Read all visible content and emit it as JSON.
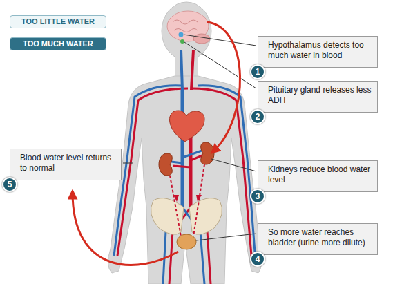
{
  "diagram": {
    "nodes": [
      {
        "text": [
          "Hypothalamus detects too much water in blood"
        ]
      },
      {
        "text": [
          "Pituitary gland releases less ADH"
        ]
      },
      {
        "text": [
          "Kidneys reduce blood water level"
        ]
      },
      {
        "text": [
          "So more water reaches bladder (urine more dilute)"
        ]
      },
      {
        "text": [
          "Blood water level returns to normal"
        ]
      }
    ],
    "labels": [
      "1",
      "2",
      "3",
      "4",
      "5"
    ],
    "legend": [
      {
        "text": "TOO LITTLE WATER",
        "color": "#eef6f8"
      },
      {
        "text": "TOO MUCH WATER",
        "color": "#2e7087"
      }
    ]
  }
}
